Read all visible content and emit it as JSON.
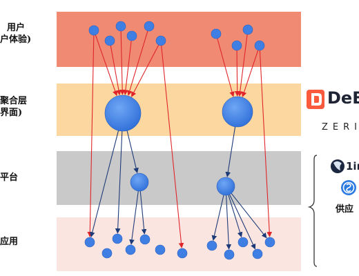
{
  "colors": {
    "layer_user": "#f08a72",
    "layer_aggregation": "#fcd7a0",
    "layer_platform": "#c9c9c9",
    "layer_app": "#fbe5e0",
    "node": "#3f7fe3",
    "arrow_up": "#e0252a",
    "arrow_down": "#1d3a78"
  },
  "layers": [
    {
      "id": "user",
      "label_lines": [
        "用户",
        "户体验)"
      ]
    },
    {
      "id": "aggregation",
      "label_lines": [
        "聚合层",
        "界面)"
      ]
    },
    {
      "id": "platform",
      "label_lines": [
        "平台"
      ]
    },
    {
      "id": "app",
      "label_lines": [
        "应用"
      ]
    }
  ],
  "brands": {
    "debank": "DeB",
    "zerion": "ZERI",
    "oneinch": "1in",
    "supply_label": "供应"
  }
}
